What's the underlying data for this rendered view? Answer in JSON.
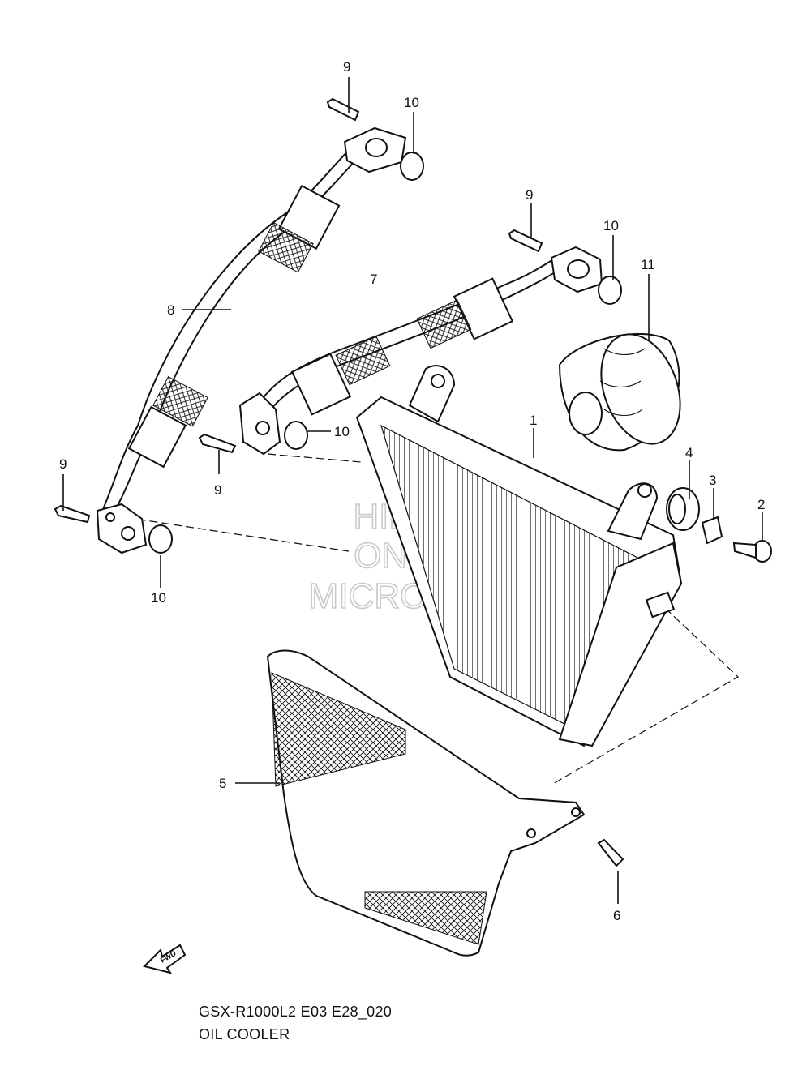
{
  "callouts": {
    "c1": "1",
    "c2": "2",
    "c3": "3",
    "c4": "4",
    "c5": "5",
    "c6": "6",
    "c7": "7",
    "c8": "8",
    "c9a": "9",
    "c9b": "9",
    "c9c": "9",
    "c9d": "9",
    "c10a": "10",
    "c10b": "10",
    "c10c": "10",
    "c10d": "10",
    "c11": "11"
  },
  "watermark": {
    "line1": "HILOM",
    "line2": "ONLINE",
    "line3": "MICROFICHE"
  },
  "fwd_label": "FWD",
  "caption": {
    "model": "GSX-R1000L2 E03 E28_020",
    "title": "OIL COOLER"
  }
}
